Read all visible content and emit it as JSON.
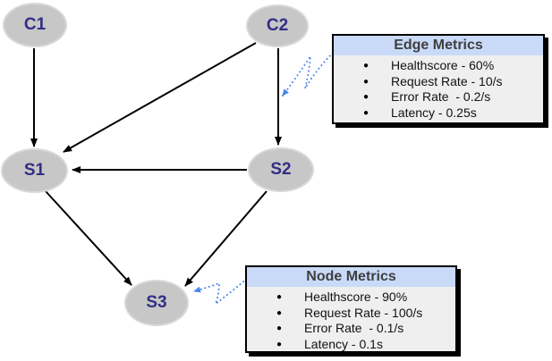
{
  "diagram": {
    "nodes": [
      {
        "id": "C1",
        "label": "C1"
      },
      {
        "id": "C2",
        "label": "C2"
      },
      {
        "id": "S1",
        "label": "S1"
      },
      {
        "id": "S2",
        "label": "S2"
      },
      {
        "id": "S3",
        "label": "S3"
      }
    ],
    "edges": [
      {
        "from": "C1",
        "to": "S1"
      },
      {
        "from": "C2",
        "to": "S1"
      },
      {
        "from": "C2",
        "to": "S2"
      },
      {
        "from": "S2",
        "to": "S1"
      },
      {
        "from": "S1",
        "to": "S3"
      },
      {
        "from": "S2",
        "to": "S3"
      }
    ]
  },
  "edge_metrics": {
    "title": "Edge Metrics",
    "items": [
      "Healthscore - 60%",
      "Request Rate - 10/s",
      "Error Rate  - 0.2/s",
      "Latency - 0.25s"
    ],
    "points_to": "edge C2-S2"
  },
  "node_metrics": {
    "title": "Node Metrics",
    "items": [
      "Healthscore - 90%",
      "Request Rate - 100/s",
      "Error Rate  - 0.1/s",
      "Latency - 0.1s"
    ],
    "points_to": "node S3"
  },
  "colors": {
    "node_fill": "#c7c7c7",
    "node_border": "#d8d8d8",
    "node_label": "#332e85",
    "edge_color": "#000000",
    "callout_color": "#4a86e8",
    "box_header_bg": "#c9daf8",
    "box_body_bg": "#efefef",
    "box_border": "#000000",
    "title_color": "#3f3f3f"
  }
}
